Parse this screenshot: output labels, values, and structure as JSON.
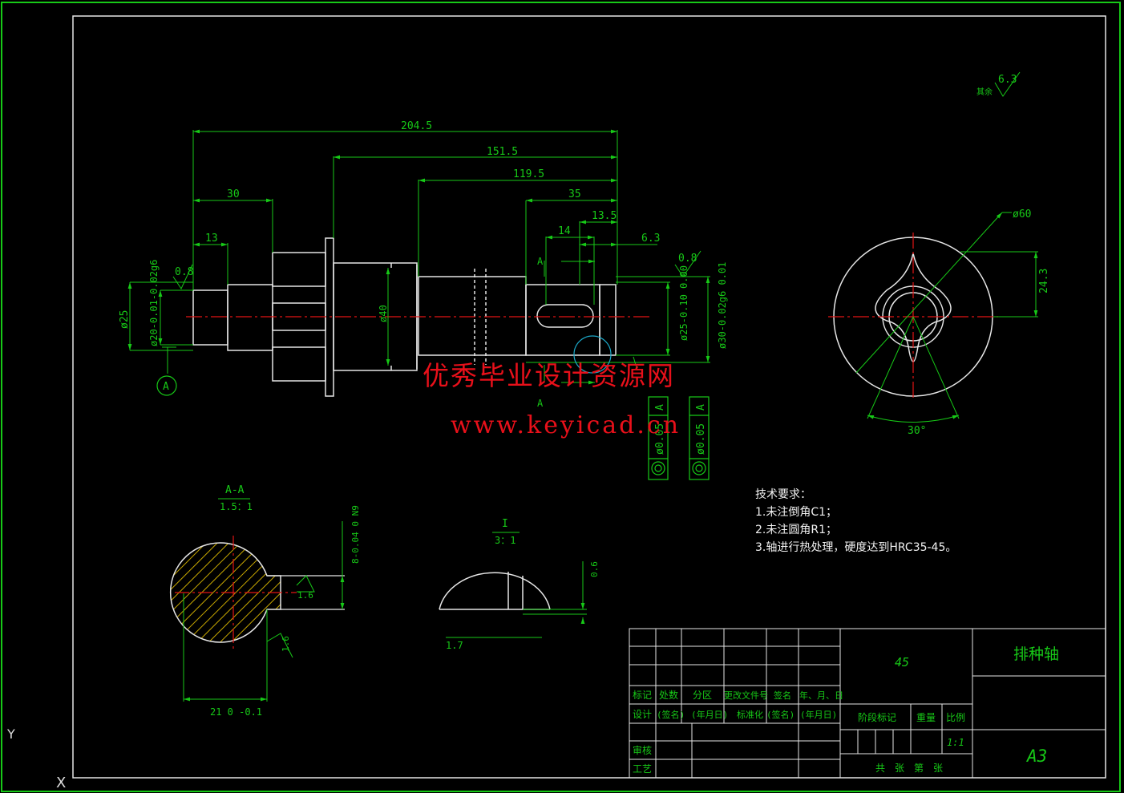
{
  "drawing": {
    "part_name": "排种轴",
    "material": "45",
    "paper_size": "A3",
    "scale": "1:1",
    "roughness_general": {
      "prefix": "其余",
      "value": "6.3"
    }
  },
  "main_view": {
    "dims": {
      "total": "204.5",
      "d151": "151.5",
      "d119": "119.5",
      "d30": "30",
      "d13": "13",
      "d35": "35",
      "d14": "14",
      "d13_5": "13.5",
      "d6_3": "6.3",
      "phi25": "ø25",
      "phi20": "ø20-0.01-0.02g6",
      "phi40": "ø40",
      "phi25b": "ø25-0.10 0.00",
      "phi30": "ø30-0.02g6 0.01",
      "rough_left": "0.8",
      "rough_right": "0.8"
    },
    "datum": "A",
    "section_mark": "A",
    "tolerance_frames": [
      {
        "value": "ø0.05",
        "datum": "A"
      },
      {
        "value": "ø0.05",
        "datum": "A"
      }
    ]
  },
  "end_view": {
    "dia": "ø60",
    "height": "24.3",
    "angle": "30°"
  },
  "section_view": {
    "title": "A-A",
    "scale": "1.5：1",
    "key_width": "8-0.04 0 N9",
    "rough1": "1.6",
    "rough2": "1.6",
    "depth": "21 0 -0.1"
  },
  "detail_view": {
    "title": "I",
    "scale": "3：1",
    "dim_a": "0.6",
    "dim_b": "1.7"
  },
  "notes": {
    "heading": "技术要求：",
    "items": [
      "1.未注倒角C1；",
      "2.未注圆角R1；",
      "3.轴进行热处理，硬度达到HRC35-45。"
    ]
  },
  "title_block": {
    "row1": [
      "标记",
      "处数",
      "分区",
      "更改文件号",
      "签名",
      "年、月、日"
    ],
    "row2": [
      "设计",
      "(签名)",
      "(年月日)",
      "标准化",
      "(签名)",
      "(年月日)"
    ],
    "review": "审核",
    "process": "工艺",
    "stage": "阶段标记",
    "weight": "重量",
    "ratio": "比例",
    "sheets": "共　张　第　张"
  },
  "watermark": {
    "line1": "优秀毕业设计资源网",
    "line2": "www.keyicad.cn"
  },
  "ucs": {
    "y": "Y",
    "x": "X"
  },
  "colors": {
    "frame": "#17c917",
    "geometry": "#e6e6e6",
    "center": "#e11414",
    "hatch": "#c8a800",
    "watermark": "#e8101a",
    "text": "#f0f0f0"
  }
}
